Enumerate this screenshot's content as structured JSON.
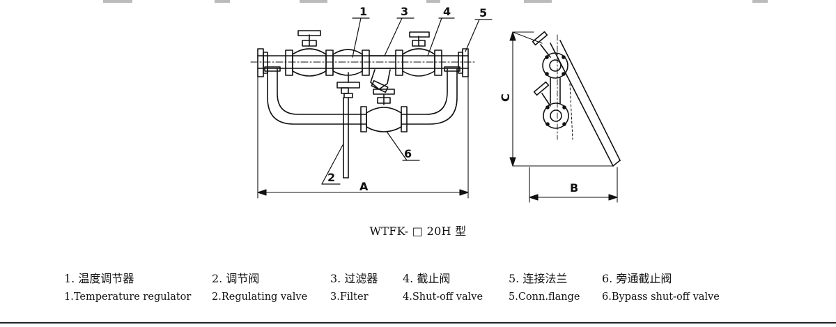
{
  "labels": {
    "n1": "1",
    "n2": "2",
    "n3": "3",
    "n4": "4",
    "n5": "5",
    "n6": "6",
    "dim_a": "A",
    "dim_b": "B",
    "dim_c": "C"
  },
  "caption": "WTFK- □ 20H 型",
  "legend": [
    {
      "cn": "1. 温度调节器",
      "en": "1.Temperature regulator"
    },
    {
      "cn": "2. 调节阀",
      "en": "2.Regulating valve"
    },
    {
      "cn": "3. 过滤器",
      "en": "3.Filter"
    },
    {
      "cn": "4. 截止阀",
      "en": "4.Shut-off valve"
    },
    {
      "cn": "5. 连接法兰",
      "en": "5.Conn.flange"
    },
    {
      "cn": "6. 旁通截止阀",
      "en": "6.Bypass shut-off valve"
    }
  ],
  "colors": {
    "line": "#111111",
    "background": "#ffffff"
  }
}
